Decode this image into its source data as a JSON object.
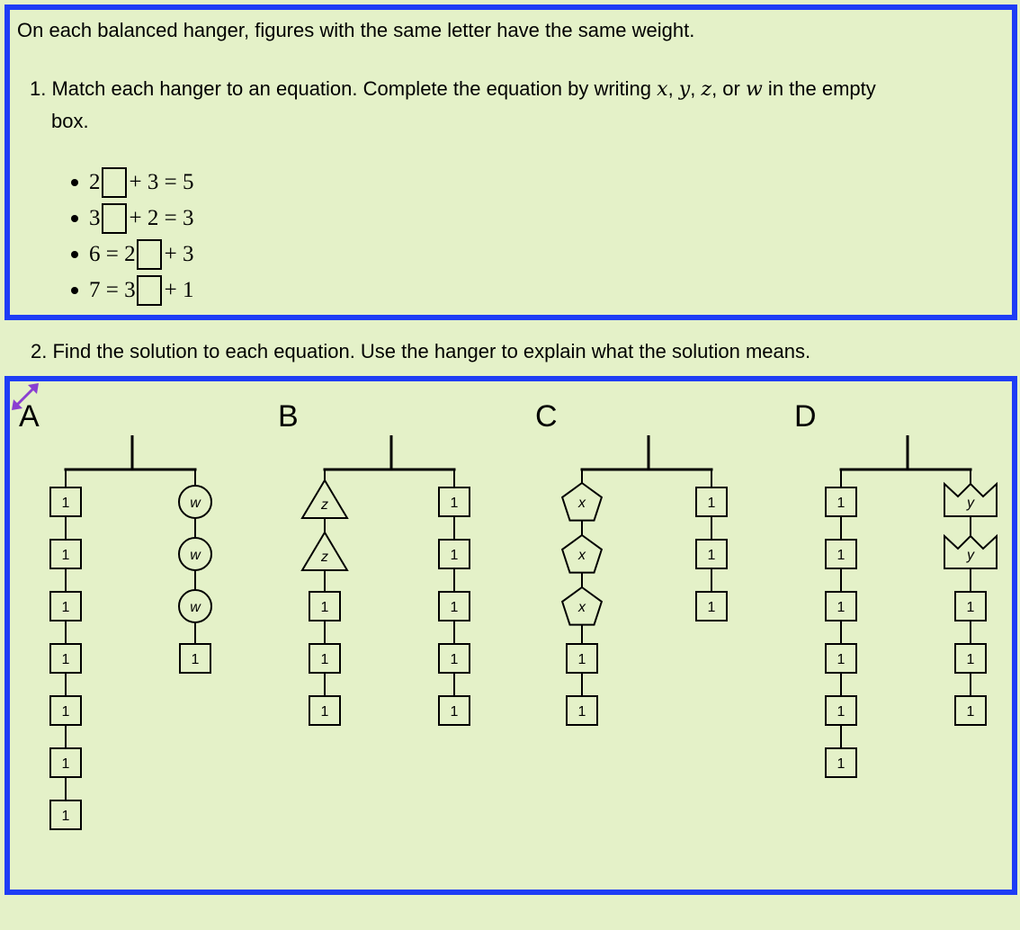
{
  "intro": "On each balanced hanger, figures with the same letter have the same weight.",
  "question1": {
    "number": "1.",
    "text_before": "Match each hanger to an equation. Complete the equation by writing ",
    "vars": [
      "x",
      "y",
      "z",
      "w"
    ],
    "sep1": ", ",
    "sep2": ", ",
    "sep3": ", or ",
    "text_after": " in the empty",
    "text_line2": "box."
  },
  "equations": [
    {
      "pre": "2",
      "post": "+ 3 = 5"
    },
    {
      "pre": "3",
      "post": "+ 2 = 3"
    },
    {
      "pre": "6 = 2",
      "post": "+ 3"
    },
    {
      "pre": "7 = 3",
      "post": "+ 1"
    }
  ],
  "question2": "2. Find the solution to each equation. Use the hanger to explain what the solution means.",
  "hangers": [
    {
      "label": "A",
      "left": [
        "1",
        "1",
        "1",
        "1",
        "1",
        "1",
        "1"
      ],
      "right": [
        "w",
        "w",
        "w",
        "1"
      ],
      "left_shape": "square",
      "right_shapes": [
        "circle",
        "circle",
        "circle",
        "square"
      ]
    },
    {
      "label": "B",
      "left": [
        "z",
        "z",
        "1",
        "1",
        "1"
      ],
      "right": [
        "1",
        "1",
        "1",
        "1",
        "1"
      ],
      "left_shapes": [
        "triangle",
        "triangle",
        "square",
        "square",
        "square"
      ],
      "right_shapes": [
        "square",
        "square",
        "square",
        "square",
        "square"
      ]
    },
    {
      "label": "C",
      "left": [
        "x",
        "x",
        "x",
        "1",
        "1"
      ],
      "right": [
        "1",
        "1",
        "1"
      ],
      "left_shapes": [
        "pentagon",
        "pentagon",
        "pentagon",
        "square",
        "square"
      ],
      "right_shapes": [
        "square",
        "square",
        "square"
      ]
    },
    {
      "label": "D",
      "left": [
        "1",
        "1",
        "1",
        "1",
        "1",
        "1"
      ],
      "right": [
        "y",
        "y",
        "1",
        "1",
        "1"
      ],
      "left_shapes": [
        "square",
        "square",
        "square",
        "square",
        "square",
        "square"
      ],
      "right_shapes": [
        "crown",
        "crown",
        "square",
        "square",
        "square"
      ]
    }
  ],
  "colors": {
    "background": "#e4f1c8",
    "border": "#1e3df5",
    "expand_icon": "#8a3fd1"
  },
  "icons": {
    "expand": "expand-arrows-icon"
  }
}
